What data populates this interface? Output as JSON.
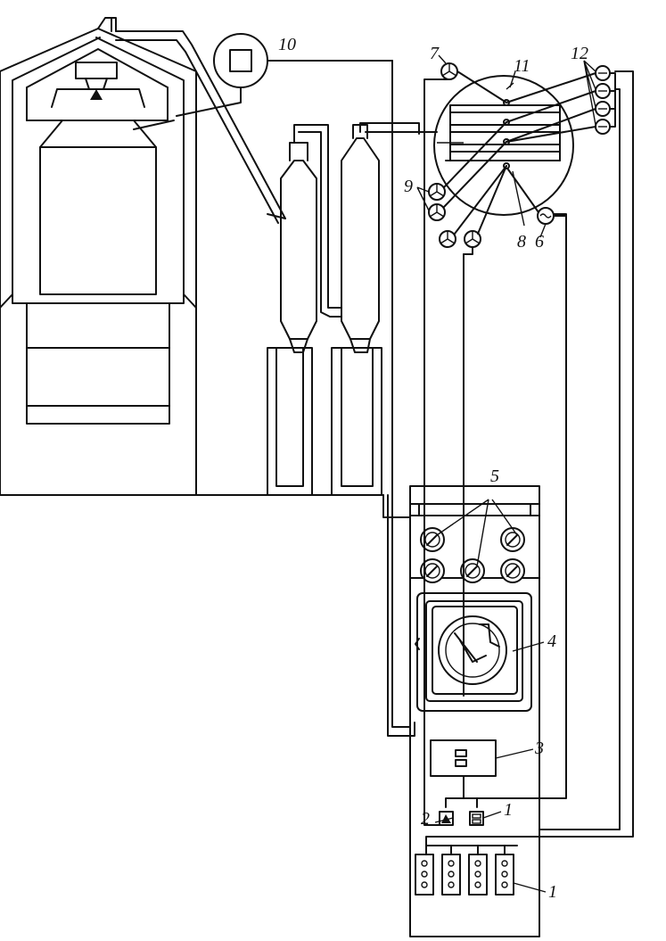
{
  "labels": {
    "l1a": "1",
    "l1b": "1",
    "l2": "2",
    "l3": "3",
    "l4": "4",
    "l5": "5",
    "l6": "6",
    "l7": "7",
    "l8": "8",
    "l9": "9",
    "l10": "10",
    "l11": "11",
    "l12": "12"
  },
  "colors": {
    "ink": "#111111",
    "paper": "#ffffff"
  }
}
